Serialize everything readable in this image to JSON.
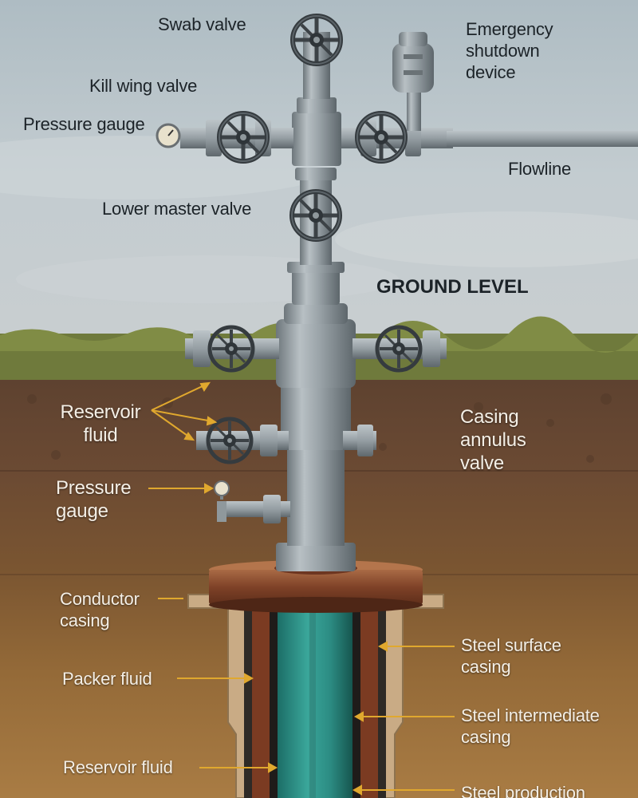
{
  "labels": {
    "swab_valve": "Swab valve",
    "emergency_shutdown_device": "Emergency\nshutdown\ndevice",
    "kill_wing_valve": "Kill wing valve",
    "pressure_gauge_top": "Pressure gauge",
    "flowline": "Flowline",
    "lower_master_valve": "Lower master valve",
    "ground_level": "GROUND LEVEL",
    "reservoir_fluid_upper": "Reservoir\nfluid",
    "casing_annulus_valve": "Casing\nannulus\nvalve",
    "pressure_gauge_lower": "Pressure\ngauge",
    "conductor_casing": "Conductor\ncasing",
    "steel_surface_casing": "Steel surface\ncasing",
    "packer_fluid": "Packer fluid",
    "steel_intermediate_casing": "Steel intermediate\ncasing",
    "reservoir_fluid_lower": "Reservoir fluid",
    "steel_production": "Steel production"
  },
  "colors": {
    "sky": "#b9c6cc",
    "grass": "#6f7a3c",
    "soil_top": "#6b4a34",
    "soil_bottom": "#a8783e",
    "steel": "#9aa3a8",
    "handwheel": "#3c4246",
    "flange_copper": "#8a4a2c",
    "production_tubing": "#2f8f85",
    "arrow": "#e0a82e"
  }
}
